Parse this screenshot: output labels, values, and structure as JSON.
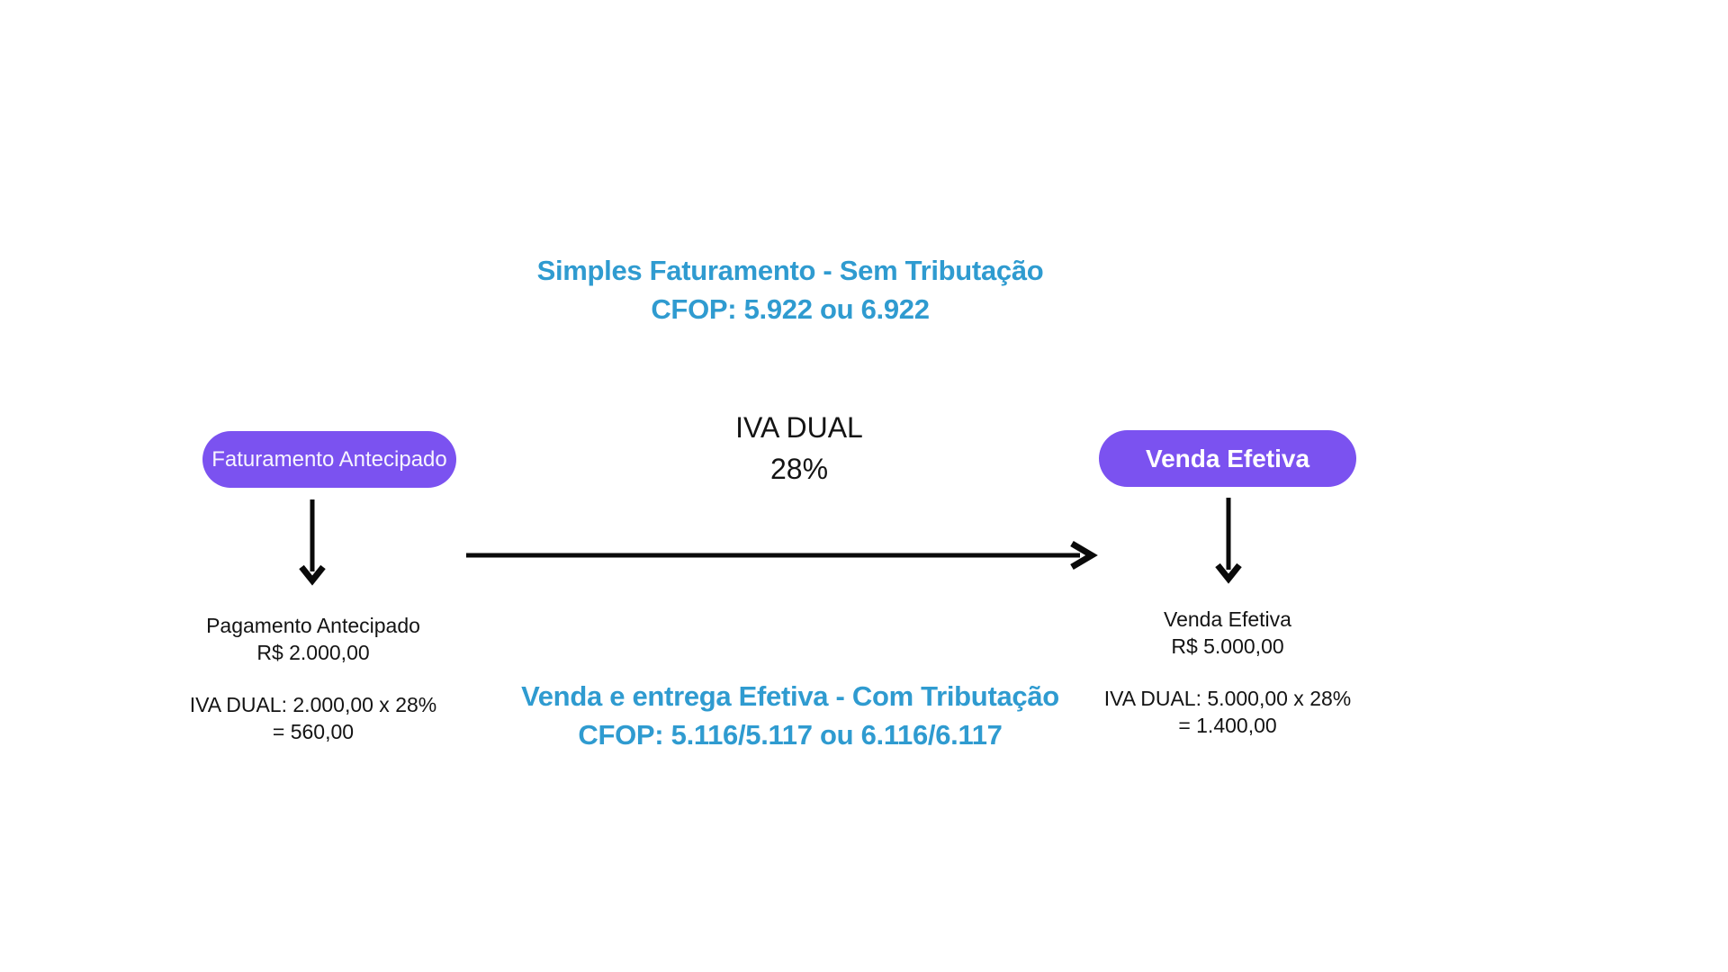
{
  "colors": {
    "accent_blue": "#2F9BD0",
    "node_purple": "#7B52F0",
    "text_dark": "#141414",
    "background": "#FFFFFF",
    "arrow_black": "#0A0A0A"
  },
  "header": {
    "line1": "Simples Faturamento - Sem Tributação",
    "line2": "CFOP: 5.922 ou 6.922"
  },
  "tax_label": {
    "line1": "IVA DUAL",
    "line2": "28%"
  },
  "footer_header": {
    "line1": "Venda e entrega Efetiva - Com Tributação",
    "line2": "CFOP: 5.116/5.117 ou 6.116/6.117"
  },
  "left_branch": {
    "node_label": "Faturamento Antecipado",
    "detail": {
      "line1": "Pagamento Antecipado",
      "line2": "R$ 2.000,00"
    },
    "calculation": {
      "line1": "IVA DUAL: 2.000,00 x 28%",
      "line2": "= 560,00"
    }
  },
  "right_branch": {
    "node_label": "Venda Efetiva",
    "detail": {
      "line1": "Venda Efetiva",
      "line2": "R$ 5.000,00"
    },
    "calculation": {
      "line1": "IVA DUAL: 5.000,00 x 28%",
      "line2": "= 1.400,00"
    }
  }
}
